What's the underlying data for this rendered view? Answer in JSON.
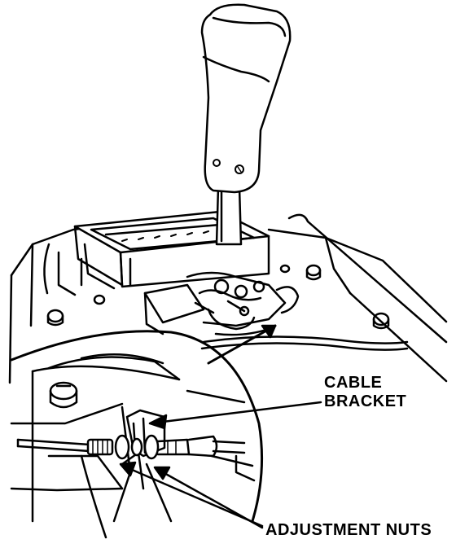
{
  "diagram": {
    "labels": {
      "cable_line1": "CABLE",
      "cable_line2": "BRACKET",
      "adjustment_nuts": "ADJUSTMENT NUTS"
    },
    "colors": {
      "ink": "#000000",
      "paper": "#ffffff"
    }
  }
}
